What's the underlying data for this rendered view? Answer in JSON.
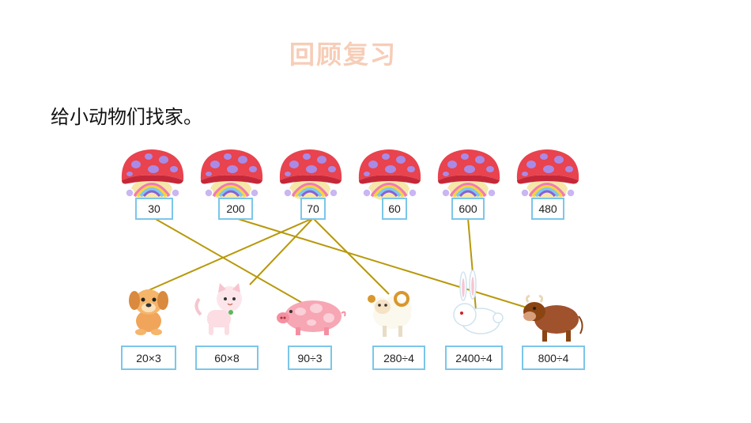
{
  "title": "回顾复习",
  "instruction": "给小动物们找家。",
  "houses": [
    {
      "value": "30"
    },
    {
      "value": "200"
    },
    {
      "value": "70"
    },
    {
      "value": "60"
    },
    {
      "value": "600"
    },
    {
      "value": "480"
    }
  ],
  "animals": [
    {
      "name": "dog",
      "expression": "20×3"
    },
    {
      "name": "cat",
      "expression": "60×8"
    },
    {
      "name": "pig",
      "expression": "90÷3"
    },
    {
      "name": "sheep",
      "expression": "280÷4"
    },
    {
      "name": "rabbit",
      "expression": "2400÷4"
    },
    {
      "name": "cow",
      "expression": "800÷4"
    }
  ],
  "connections": [
    {
      "house": 0,
      "animal": 2
    },
    {
      "house": 1,
      "animal": 5
    },
    {
      "house": 2,
      "animal": 0
    },
    {
      "house": 2,
      "animal": 1
    },
    {
      "house": 2,
      "animal": 3
    },
    {
      "house": 4,
      "animal": 4
    }
  ],
  "colors": {
    "title": "#f6cdb7",
    "box_border": "#7cc6ea",
    "line": "#b8980a",
    "mushroom_cap": "#e8434e",
    "mushroom_spot": "#a98be6"
  }
}
